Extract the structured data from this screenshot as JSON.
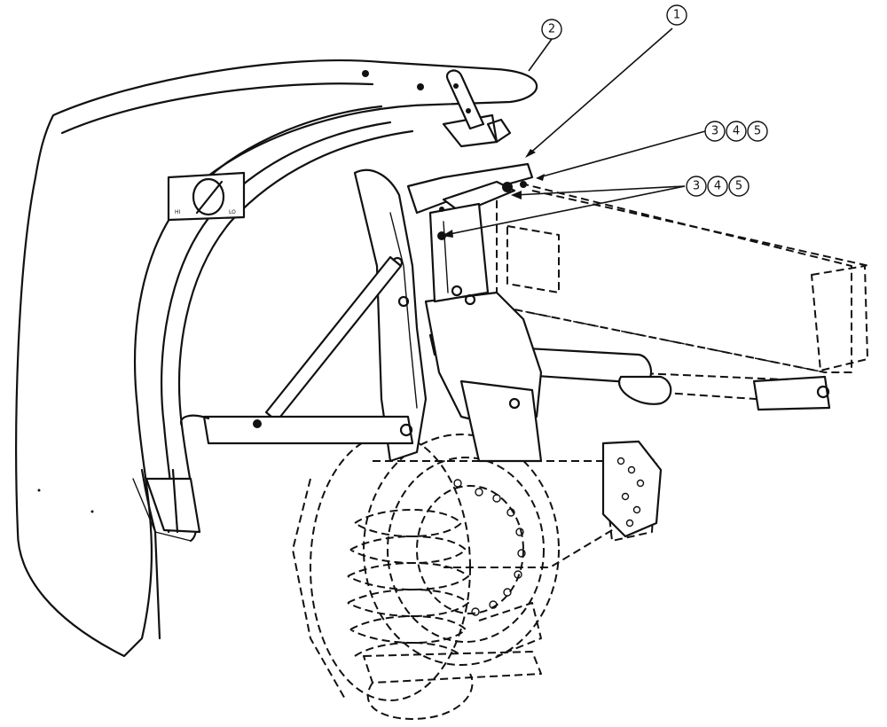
{
  "callouts": [
    {
      "id": "callout-1",
      "numbers": [
        "1"
      ]
    },
    {
      "id": "callout-2",
      "numbers": [
        "2"
      ]
    },
    {
      "id": "callout-345-upper",
      "numbers": [
        "3",
        "4",
        "5"
      ]
    },
    {
      "id": "callout-345-lower",
      "numbers": [
        "3",
        "4",
        "5"
      ]
    }
  ]
}
